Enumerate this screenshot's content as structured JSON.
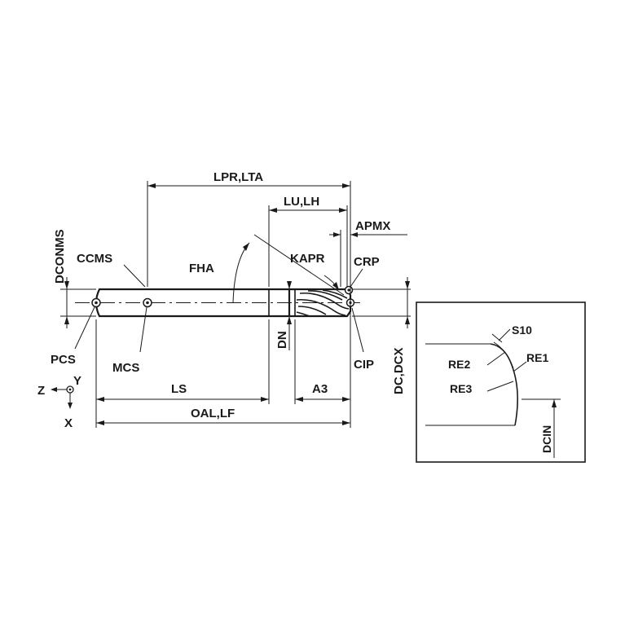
{
  "labels": {
    "lpr_lta": "LPR,LTA",
    "lu_lh": "LU,LH",
    "apmx": "APMX",
    "dconms": "DCONMS",
    "ccms": "CCMS",
    "fha": "FHA",
    "kapr": "KAPR",
    "crp": "CRP",
    "dn": "DN",
    "dc_dcx": "DC,DCX",
    "pcs": "PCS",
    "mcs": "MCS",
    "cip": "CIP",
    "ls": "LS",
    "a3": "A3",
    "oal_lf": "OAL,LF",
    "axis_z": "Z",
    "axis_y": "Y",
    "axis_x": "X"
  },
  "detail": {
    "s10": "S10",
    "re1": "RE1",
    "re2": "RE2",
    "re3": "RE3",
    "dcin": "DCIN"
  }
}
